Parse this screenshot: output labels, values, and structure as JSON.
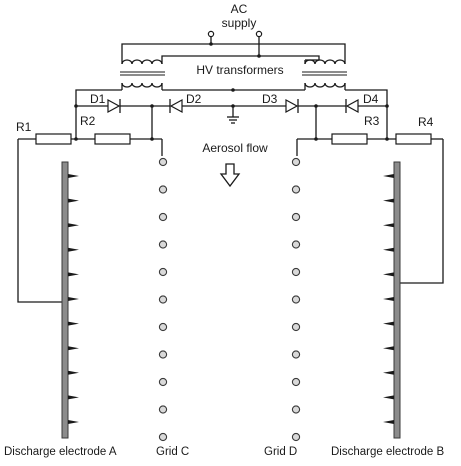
{
  "labels": {
    "ac_supply_line1": "AC",
    "ac_supply_line2": "supply",
    "transformers": "HV transformers",
    "d1": "D1",
    "d2": "D2",
    "d3": "D3",
    "d4": "D4",
    "r1": "R1",
    "r2": "R2",
    "r3": "R3",
    "r4": "R4",
    "aerosol_flow": "Aerosol flow",
    "electrode_a": "Discharge electrode  A",
    "grid_c": "Grid  C",
    "grid_d": "Grid  D",
    "electrode_b": "Discharge electrode  B"
  },
  "grid_points_per_column": 11,
  "electrode_needles_per_plate": 11
}
